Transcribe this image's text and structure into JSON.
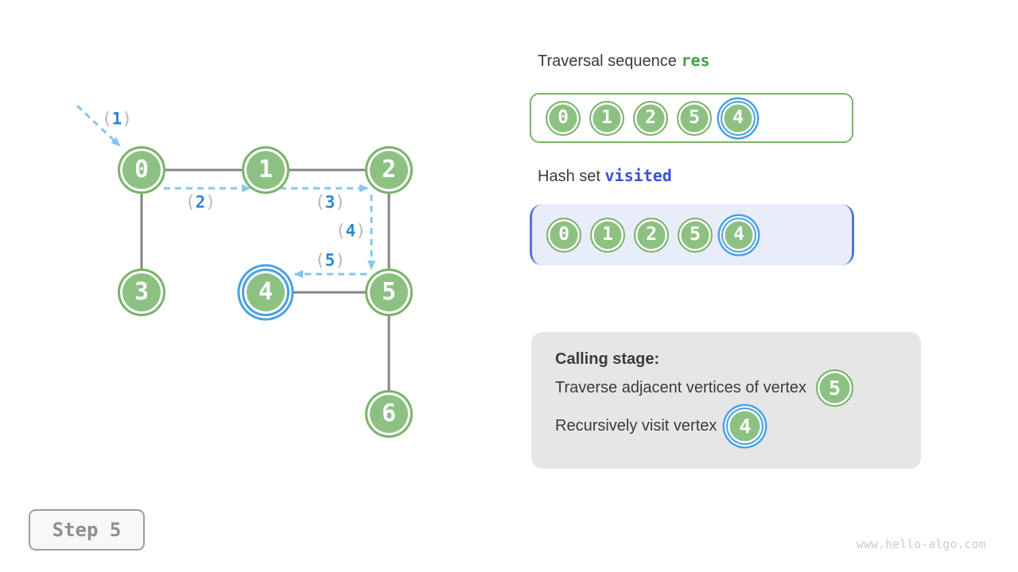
{
  "graph": {
    "paren_open": "(",
    "paren_close": ")",
    "nodes": [
      {
        "label": "0"
      },
      {
        "label": "1"
      },
      {
        "label": "2"
      },
      {
        "label": "3"
      },
      {
        "label": "4",
        "highlighted": true
      },
      {
        "label": "5"
      },
      {
        "label": "6"
      }
    ],
    "edges": [
      [
        0,
        1
      ],
      [
        1,
        2
      ],
      [
        0,
        3
      ],
      [
        2,
        5
      ],
      [
        4,
        5
      ],
      [
        5,
        6
      ]
    ],
    "arrow_labels": [
      {
        "num": "1"
      },
      {
        "num": "2"
      },
      {
        "num": "3"
      },
      {
        "num": "4"
      },
      {
        "num": "5"
      }
    ]
  },
  "panels": {
    "sequence": {
      "title": "Traversal sequence",
      "var": "res",
      "items": [
        "0",
        "1",
        "2",
        "5",
        "4"
      ],
      "highlighted_index": 4
    },
    "visited": {
      "title": "Hash set",
      "var": "visited",
      "items": [
        "0",
        "1",
        "2",
        "5",
        "4"
      ],
      "highlighted_index": 4
    },
    "calling": {
      "title": "Calling stage:",
      "line1": "Traverse adjacent vertices of vertex",
      "line1_node": "5",
      "line2": "Recursively visit vertex",
      "line2_node": "4"
    }
  },
  "footer": {
    "step_label": "Step 5",
    "watermark": "www.hello-algo.com"
  },
  "colors": {
    "node_green": "#8dc182",
    "node_border_green": "#7ab46a",
    "highlight_blue": "#4aa1e6",
    "arrow_blue": "#85c6ef",
    "arrow_number_blue": "#2e86d3",
    "res_green": "#43a047",
    "visited_blue": "#3a4fd8",
    "hash_box_bg": "#e9edfa",
    "hash_box_border": "#5272dd",
    "calling_bg": "#e6e6e6",
    "edge_gray": "#868686"
  }
}
